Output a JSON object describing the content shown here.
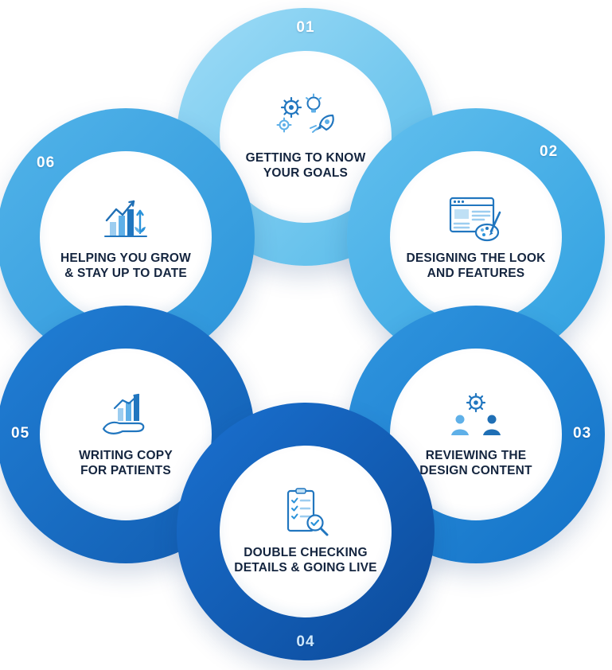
{
  "diagram": {
    "background": "#ffffff",
    "text_color": "#14253f",
    "steps": [
      {
        "id": "01",
        "lines": [
          "GETTING TO KNOW",
          "YOUR GOALS"
        ],
        "icon": "gears-lightbulb-rocket-icon",
        "ring_from": "#9fdcf6",
        "ring_to": "#54b9e9",
        "number_color": "#ffffff"
      },
      {
        "id": "02",
        "lines": [
          "DESIGNING THE LOOK",
          "AND FEATURES"
        ],
        "icon": "browser-palette-icon",
        "ring_from": "#63c0ee",
        "ring_to": "#2f9fe0",
        "number_color": "#ffffff"
      },
      {
        "id": "03",
        "lines": [
          "REVIEWING THE",
          "DESIGN CONTENT"
        ],
        "icon": "team-gear-icon",
        "ring_from": "#3096df",
        "ring_to": "#1371c7",
        "number_color": "#ffffff"
      },
      {
        "id": "04",
        "lines": [
          "DOUBLE CHECKING",
          "DETAILS & GOING LIVE"
        ],
        "icon": "checklist-magnifier-icon",
        "ring_from": "#1a71d0",
        "ring_to": "#0c4a9a",
        "number_color": "#cfe8fb"
      },
      {
        "id": "05",
        "lines": [
          "WRITING COPY",
          "FOR PATIENTS"
        ],
        "icon": "hand-chart-icon",
        "ring_from": "#2180d6",
        "ring_to": "#115bb0",
        "number_color": "#ffffff"
      },
      {
        "id": "06",
        "lines": [
          "HELPING YOU GROW",
          "& STAY UP TO DATE"
        ],
        "icon": "growth-chart-icon",
        "ring_from": "#52b4e9",
        "ring_to": "#2b93da",
        "number_color": "#ffffff"
      }
    ]
  }
}
